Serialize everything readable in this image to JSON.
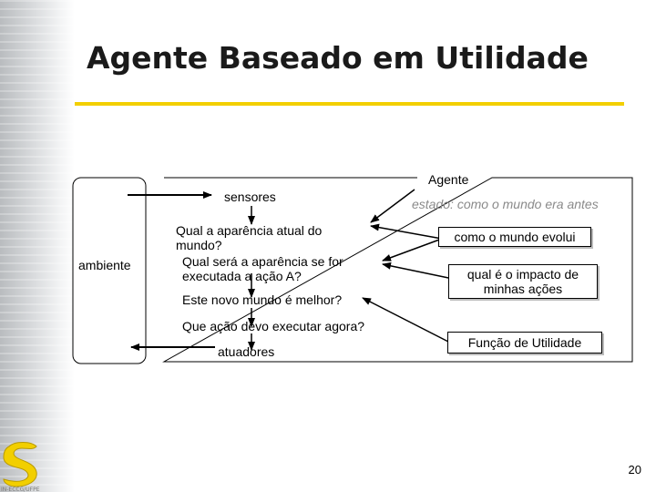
{
  "slide": {
    "title": "Agente Baseado em Utilidade",
    "page_number": "20",
    "accent_color": "#f2cf00",
    "logo_text": "IN-ECCG/UFPE"
  },
  "diagram": {
    "ambiente": "ambiente",
    "agente": "Agente",
    "sensores": "sensores",
    "atuadores": "atuadores",
    "estado_label": "estado",
    "estado_text": ": como o mundo era antes",
    "q1": "Qual a aparência atual do mundo?",
    "q2": "Qual será a aparência se for executada a ação A?",
    "q3": "Este novo mundo é melhor?",
    "q4": "Que ação devo executar agora?",
    "box_evolui": "como o mundo evolui",
    "box_impacto": "qual é o impacto de minhas ações",
    "box_utilidade": "Função de Utilidade"
  }
}
